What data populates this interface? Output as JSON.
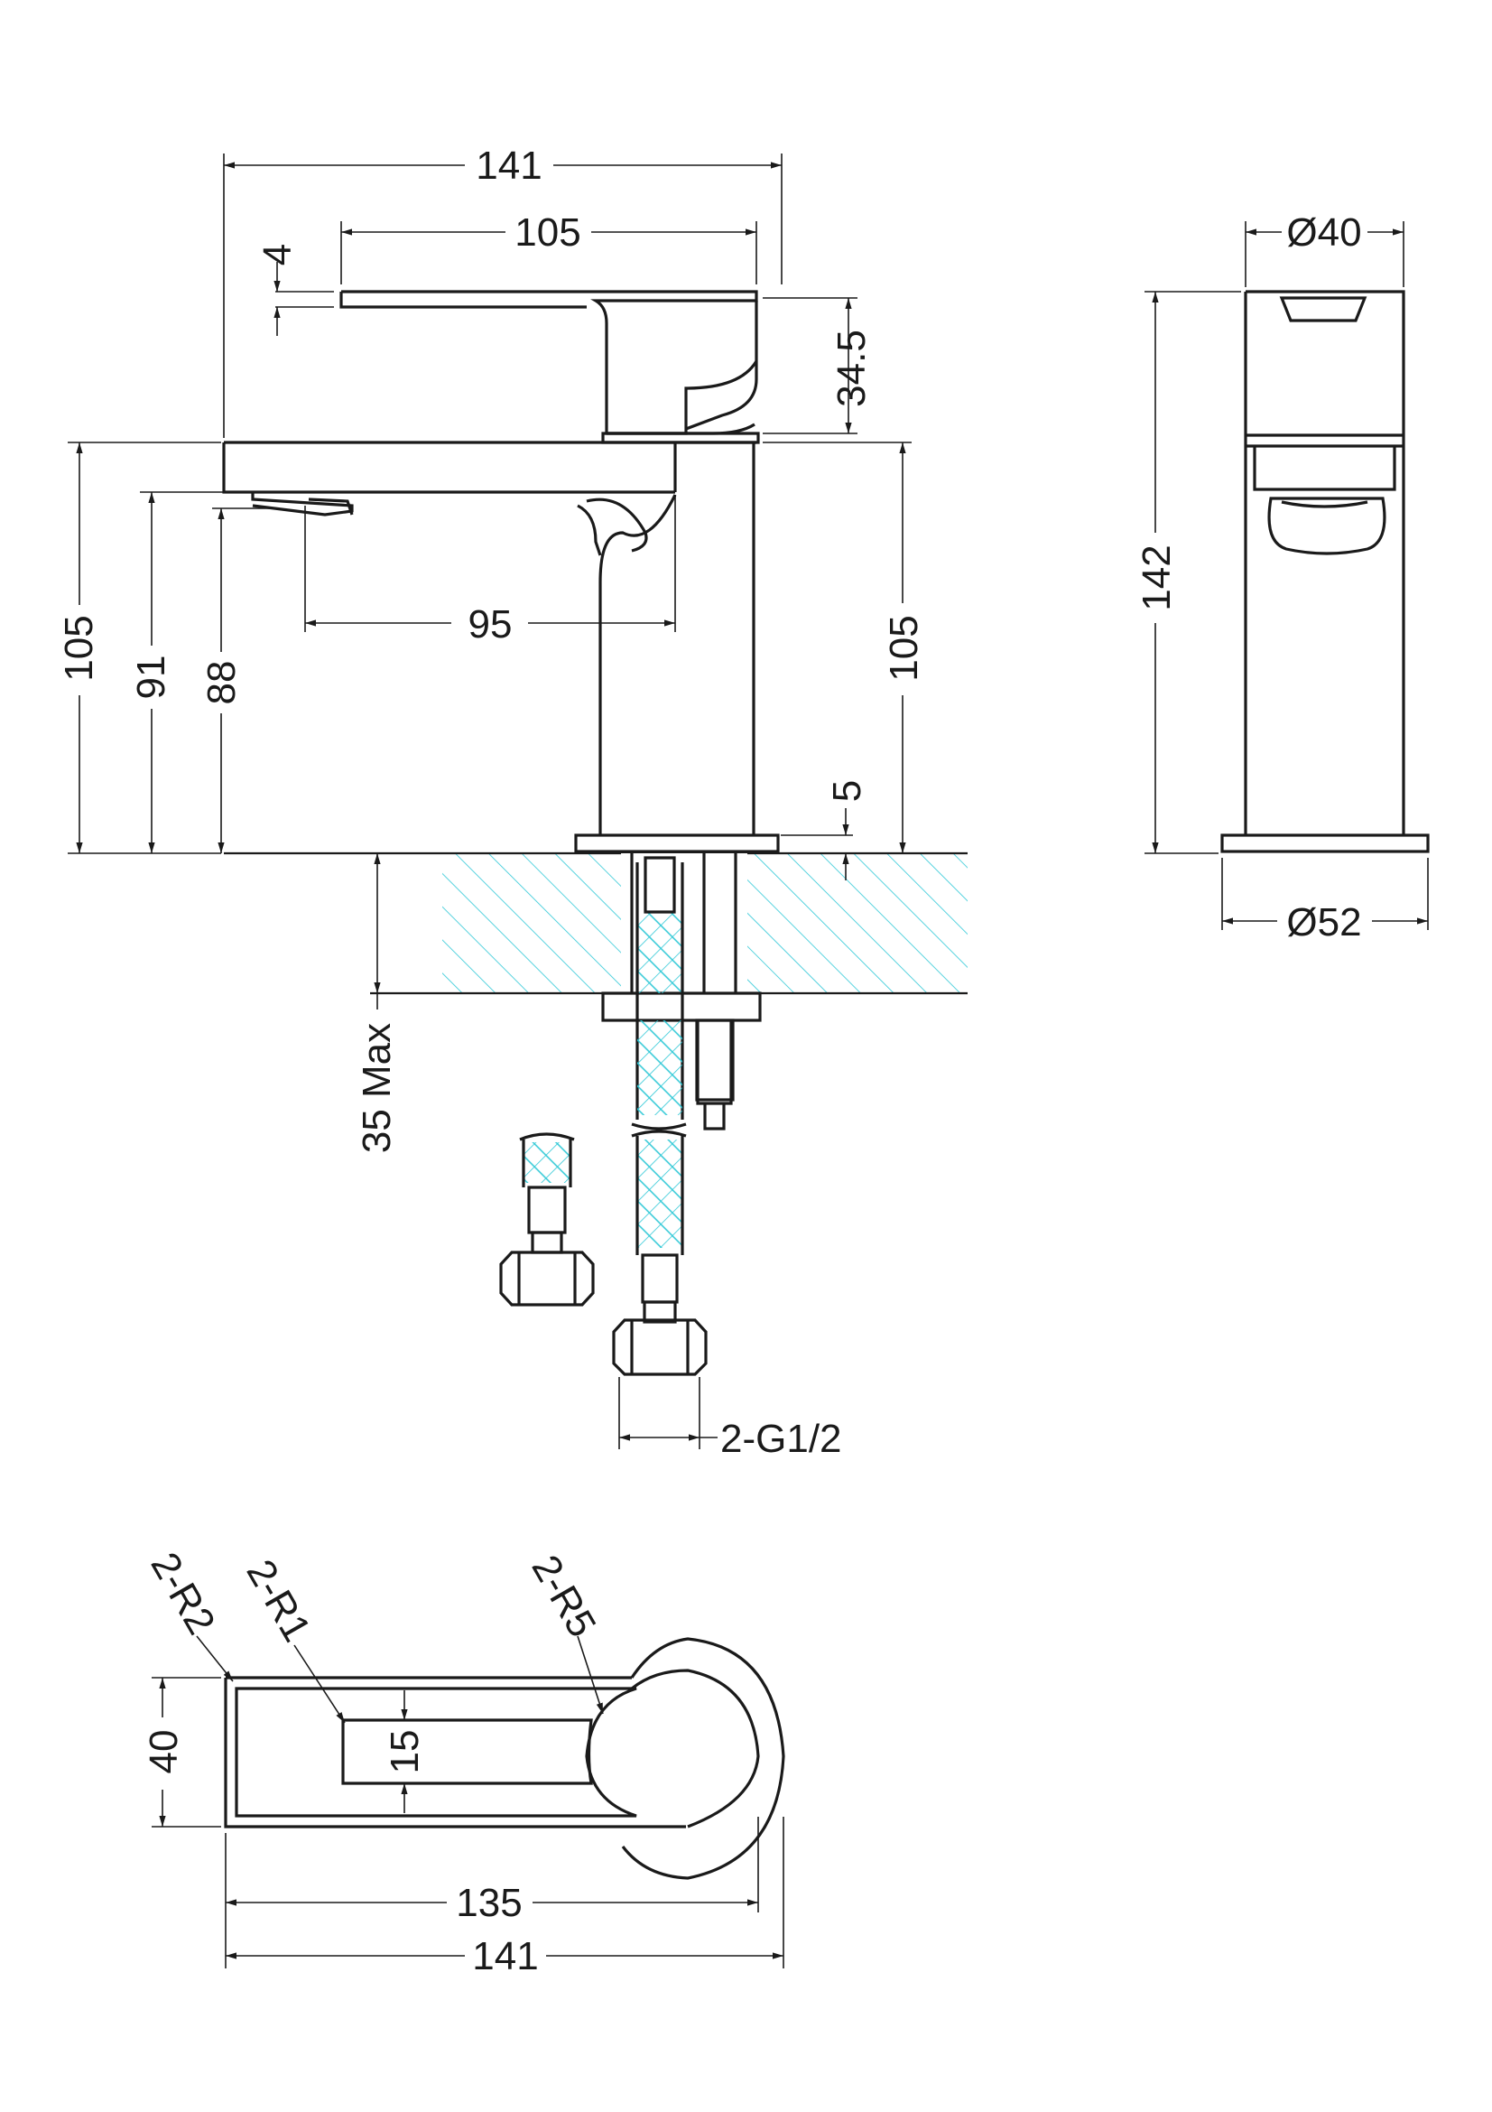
{
  "labels": {
    "front_overall_width": "141",
    "lever_length": "105",
    "lever_thickness": "4",
    "lever_height": "34.5",
    "spout_reach": "95",
    "height_to_body_top": "105",
    "height_spout_top": "91",
    "height_spout_outlet": "88",
    "body_height_right": "105",
    "base_plate_thickness": "5",
    "deck_thickness_max": "35 Max",
    "inlet_thread": "2-G1/2",
    "side_top_diameter": "Ø40",
    "side_height": "142",
    "side_base_diameter": "Ø52",
    "plan_radius_outer": "2-R2",
    "plan_radius_slot": "2-R1",
    "plan_radius_end": "2-R5",
    "plan_depth": "40",
    "plan_slot_width": "15",
    "plan_lever_length": "135",
    "plan_overall_width": "141"
  },
  "colors": {
    "line": "#1a1a1a",
    "hatch": "#2ec8d6",
    "background": "#ffffff"
  }
}
